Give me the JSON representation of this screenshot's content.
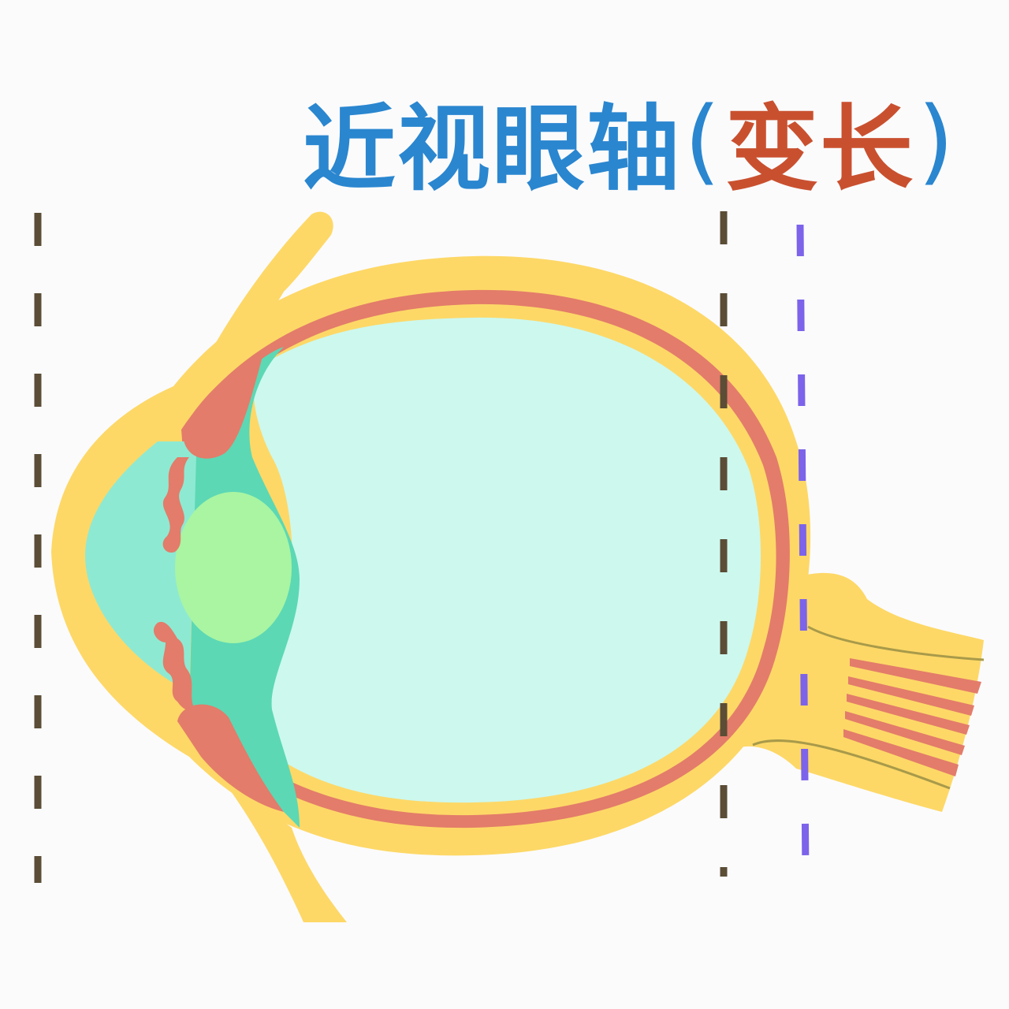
{
  "title": {
    "main": "近视眼轴",
    "open_paren": "(",
    "accent": "变长",
    "close_paren": ")"
  },
  "colors": {
    "title_blue": "#2a86cf",
    "title_red": "#c9502f",
    "sclera_yellow": "#fdd867",
    "choroid_red": "#e37c6a",
    "vitreous_mint": "#cdf8ee",
    "aqueous_teal": "#8ee9d2",
    "ciliary_green": "#5cd8b4",
    "lens_green": "#a9f5a2",
    "normal_axis_line": "#5b4d36",
    "elongated_axis_line": "#7c63ea",
    "nerve_line": "#a89a4a"
  },
  "legend": {
    "normal_axis": "normal-axis-dashed-line",
    "elongated_axis": "elongated-axis-dashed-line"
  }
}
